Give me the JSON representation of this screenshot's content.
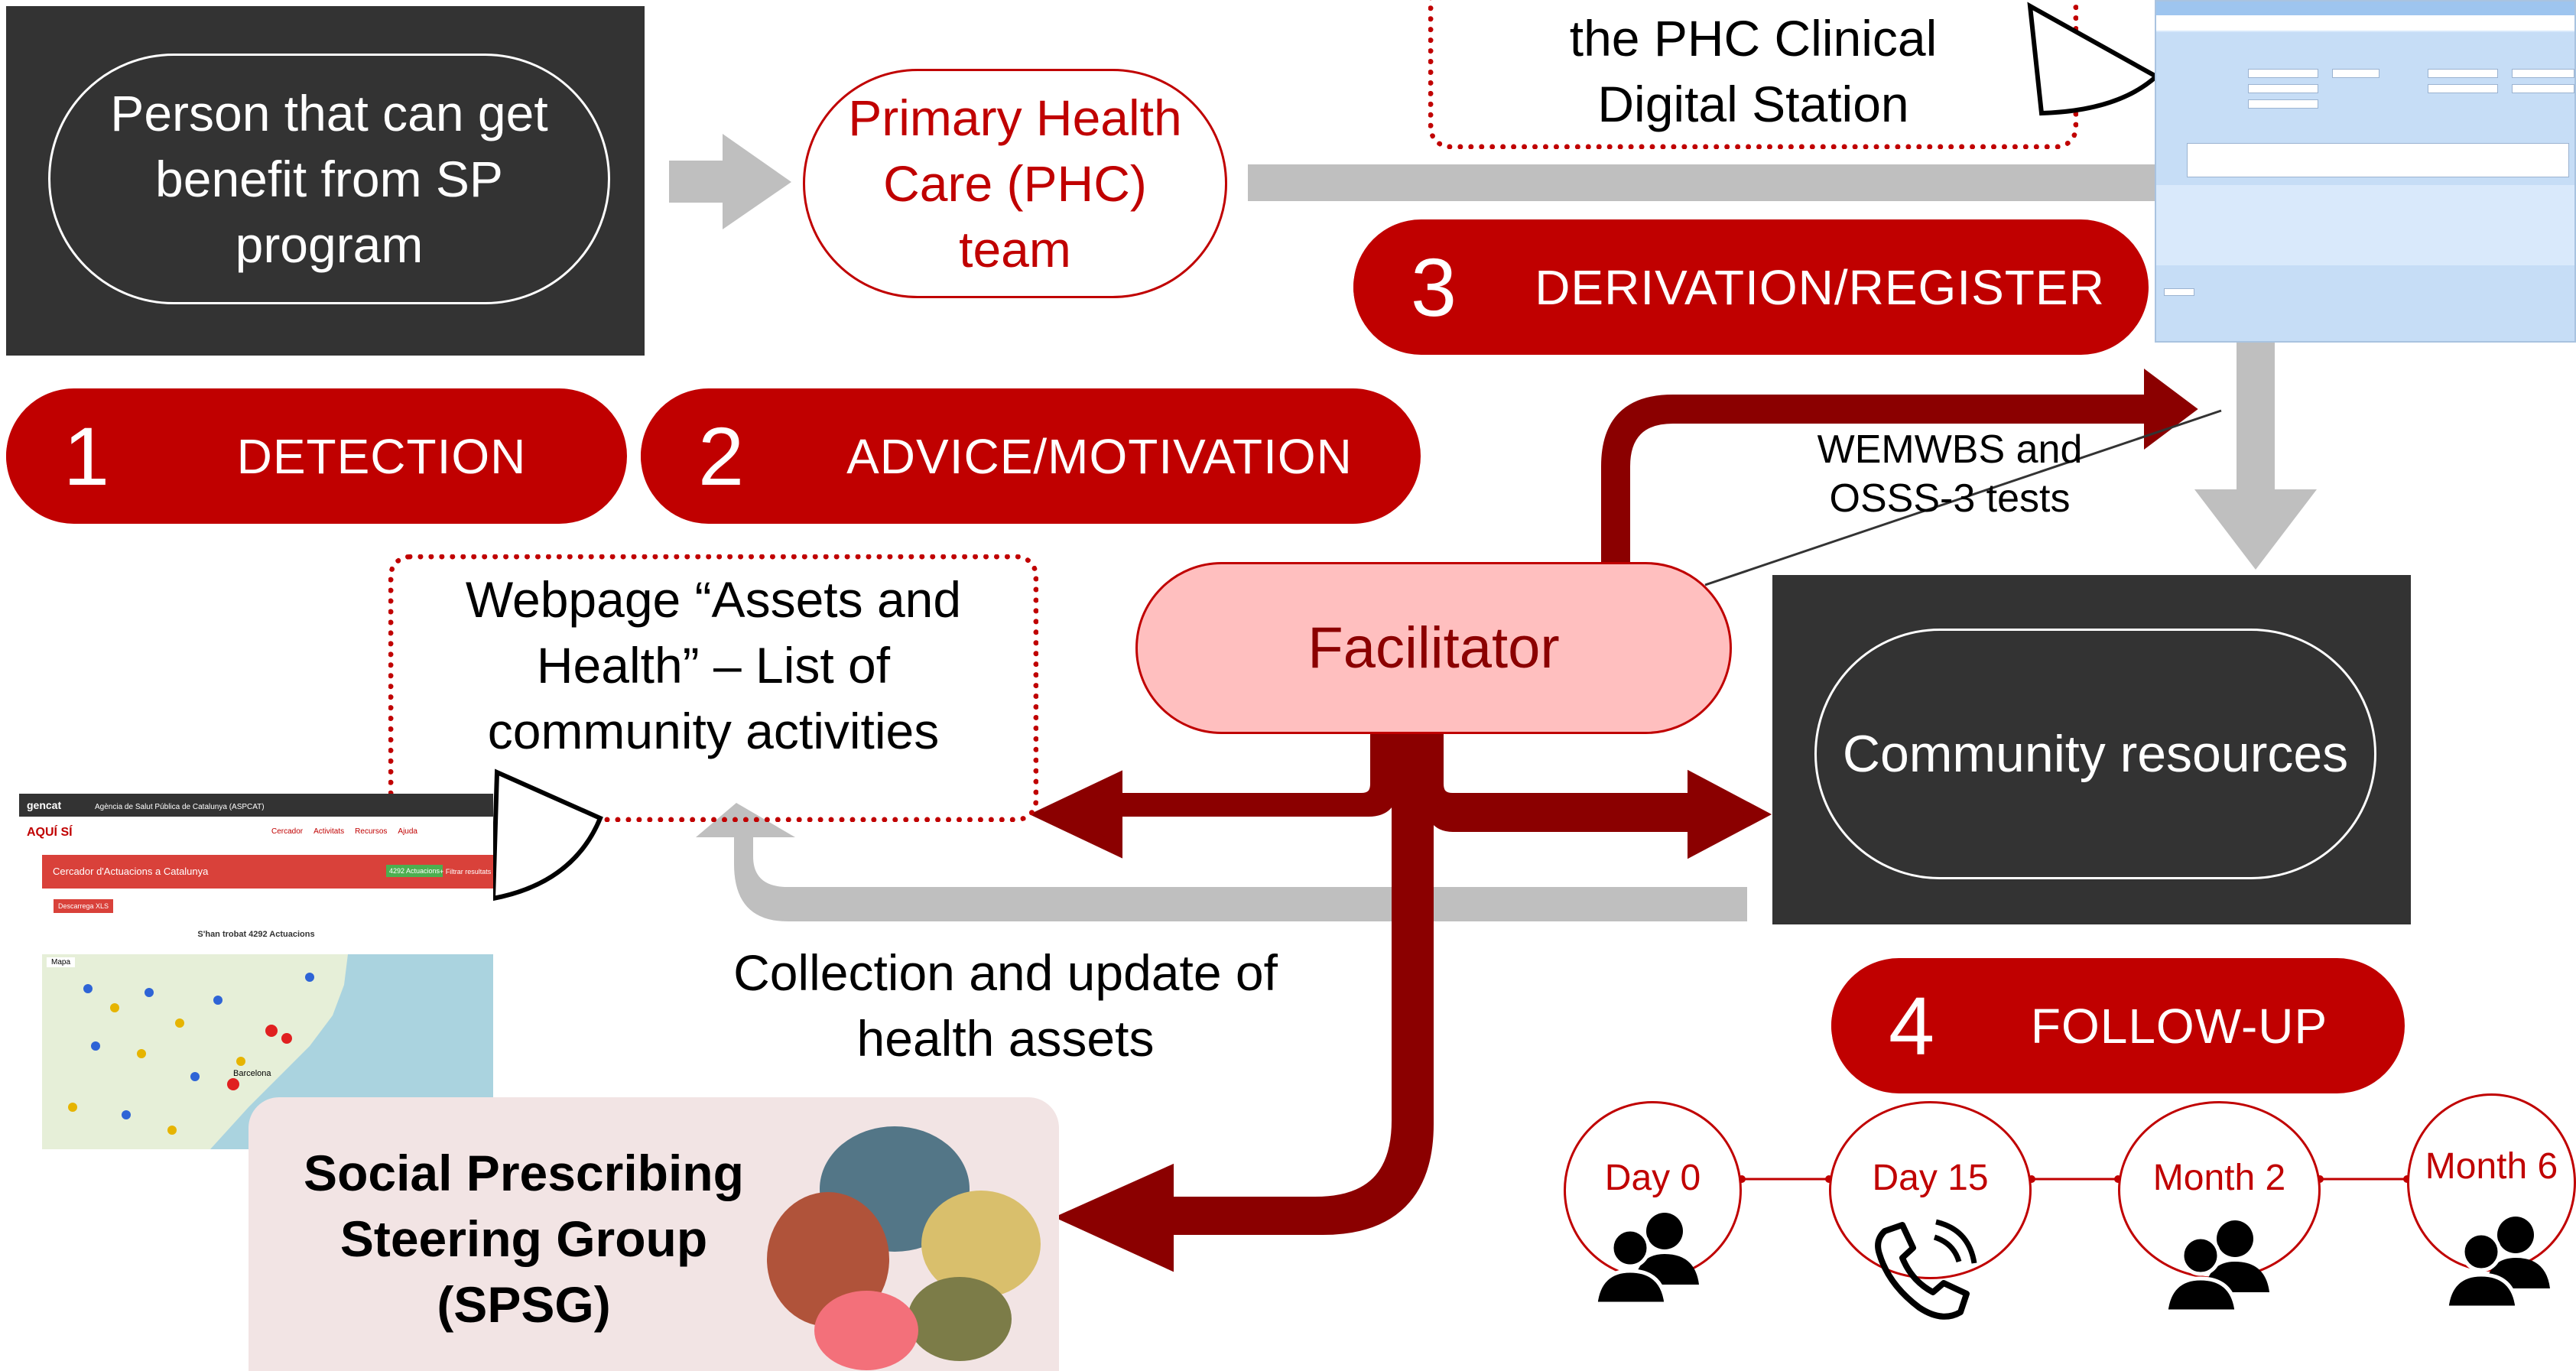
{
  "nodes": {
    "person": "Person that can get benefit from SP program",
    "phc_team": "Primary Health Care (PHC) team",
    "digital_station": "the PHC Clinical Digital Station",
    "facilitator": "Facilitator",
    "community_resources": "Community resources",
    "webpage": "Webpage “Assets and Health” – List of community activities",
    "spsg": "Social Prescribing Steering Group (SPSG)"
  },
  "steps": [
    {
      "number": "1",
      "label": "DETECTION"
    },
    {
      "number": "2",
      "label": "ADVICE/MOTIVATION"
    },
    {
      "number": "3",
      "label": "DERIVATION/REGISTER"
    },
    {
      "number": "4",
      "label": "FOLLOW-UP"
    }
  ],
  "annotations": {
    "tests": "WEMWBS and OSSS-3 tests",
    "collection": "Collection and update of health assets"
  },
  "followup": [
    {
      "label": "Day 0",
      "icon": "people-icon"
    },
    {
      "label": "Day 15",
      "icon": "phone-icon"
    },
    {
      "label": "Month 2",
      "icon": "people-icon"
    },
    {
      "label": "Month 6",
      "icon": "people-icon"
    }
  ],
  "web_screenshot": {
    "brand": "gencat",
    "agency": "Agència de Salut Pública de Catalunya (ASPCAT)",
    "site": "AQUÍ SÍ",
    "nav": [
      "Cercador",
      "Activitats",
      "Recursos",
      "Ajuda"
    ],
    "search_title": "Cercador d'Actuacions a Catalunya",
    "count_badge": "4292 Actuacions",
    "filter": "+ Filtrar resultats",
    "download": "Descarrega XLS",
    "found": "S'han trobat 4292 Actuacions",
    "map_tab": "Mapa",
    "map_city": "Barcelona"
  },
  "colors": {
    "dark_red": "#c00000",
    "arrow_red": "#8b0000",
    "dark_box": "#333333",
    "grey_arrow": "#bfbfbf",
    "facilitator_fill": "#ffbfbf"
  }
}
